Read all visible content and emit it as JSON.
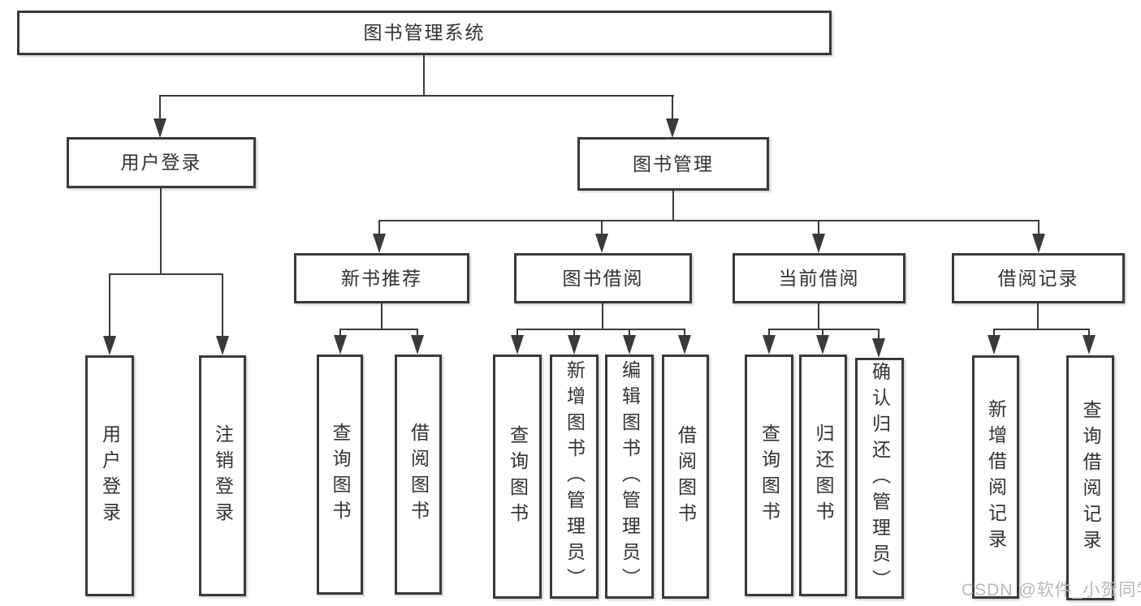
{
  "tree": {
    "root": {
      "label": "图书管理系统"
    },
    "branches": [
      {
        "label": "用户登录",
        "leaves": [
          {
            "label": "用户登录"
          },
          {
            "label": "注销登录"
          }
        ]
      },
      {
        "label": "图书管理",
        "groups": [
          {
            "label": "新书推荐",
            "leaves": [
              {
                "label": "查询图书"
              },
              {
                "label": "借阅图书"
              }
            ]
          },
          {
            "label": "图书借阅",
            "leaves": [
              {
                "label": "查询图书"
              },
              {
                "label": "新增图书（管理员）"
              },
              {
                "label": "编辑图书（管理员）"
              },
              {
                "label": "借阅图书"
              }
            ]
          },
          {
            "label": "当前借阅",
            "leaves": [
              {
                "label": "查询图书"
              },
              {
                "label": "归还图书"
              },
              {
                "label": "确认归还（管理员）"
              }
            ]
          },
          {
            "label": "借阅记录",
            "leaves": [
              {
                "label": "新增借阅记录"
              },
              {
                "label": "查询借阅记录"
              }
            ]
          }
        ]
      }
    ]
  },
  "watermark": {
    "text": "CSDN @软件_小贺同学"
  },
  "colors": {
    "line": "#3a3a3a",
    "text": "#323232",
    "watermark": "#b8b8b8",
    "background": "#ffffff"
  }
}
